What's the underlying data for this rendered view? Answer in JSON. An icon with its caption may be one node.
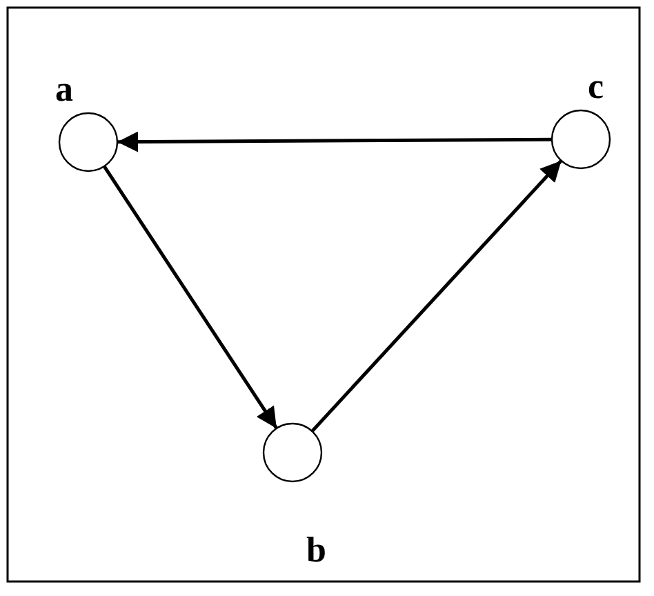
{
  "diagram": {
    "nodes": [
      {
        "text": [
          "a"
        ]
      },
      {
        "text": [
          "b"
        ]
      },
      {
        "text": [
          "c"
        ]
      }
    ],
    "edges": [
      {
        "from": 2,
        "to": 0,
        "arrow": "to"
      },
      {
        "from": 0,
        "to": 1,
        "arrow": "to"
      },
      {
        "from": 1,
        "to": 2,
        "arrow": "to"
      }
    ]
  }
}
